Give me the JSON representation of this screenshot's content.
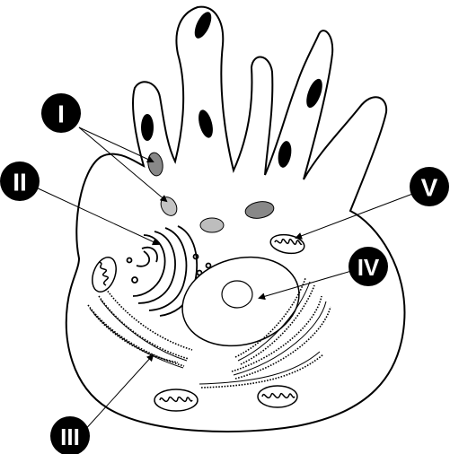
{
  "colors": {
    "outline": "#000000",
    "cell_fill": "#ffffff",
    "inclusion_dark": "#000000",
    "inclusion_grey": "#888888",
    "inclusion_light": "#bdbdbd",
    "label_bg": "#000000",
    "label_text": "#ffffff"
  },
  "labels": [
    {
      "id": "I",
      "text": "I"
    },
    {
      "id": "II",
      "text": "II"
    },
    {
      "id": "III",
      "text": "III"
    },
    {
      "id": "IV",
      "text": "IV"
    },
    {
      "id": "V",
      "text": "V"
    }
  ]
}
